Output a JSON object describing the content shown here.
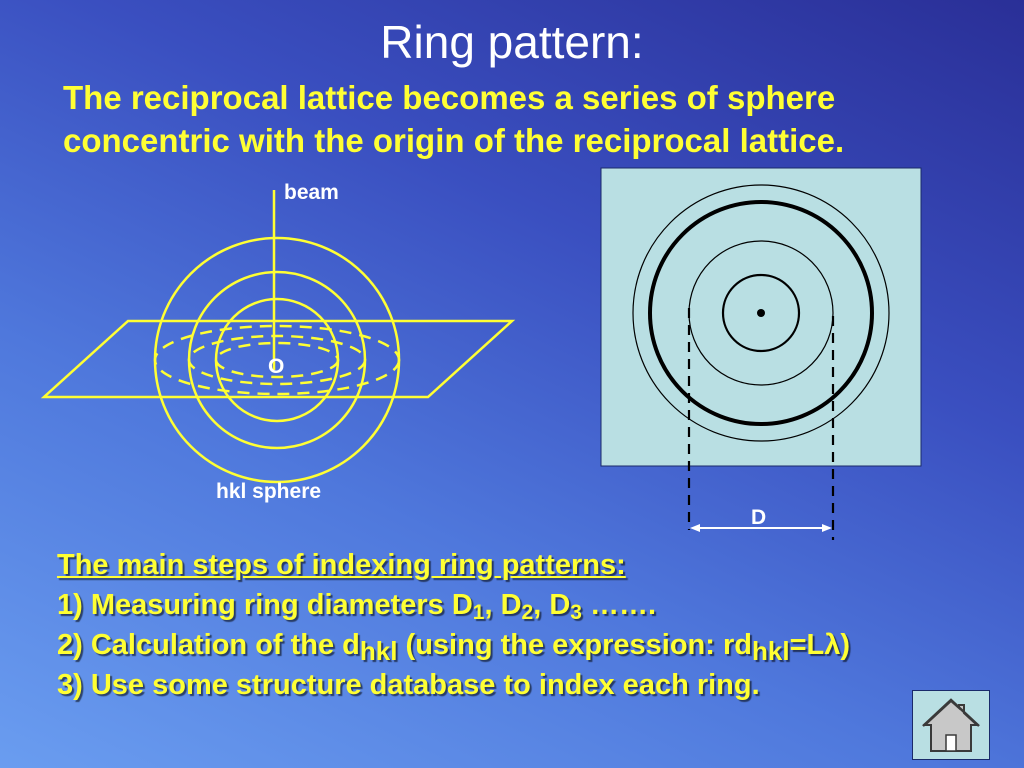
{
  "slide": {
    "title": "Ring pattern:",
    "intro": "The reciprocal lattice becomes a series of sphere concentric with the origin of the reciprocal lattice."
  },
  "diagram_left": {
    "beam_label": "beam",
    "origin_label": "O",
    "sphere_label": "hkl sphere",
    "line_color": "#ffff33"
  },
  "diagram_right": {
    "distance_label": "D",
    "panel_color": "#b9dfe3"
  },
  "steps": {
    "heading": "The main steps of indexing ring patterns:",
    "step1_prefix": "1) Measuring ring diameters D",
    "step1_sub1": "1",
    "step1_sep1": ", D",
    "step1_sub2": "2",
    "step1_sep2": ", D",
    "step1_sub3": "3",
    "step1_suffix": " …….",
    "step2_prefix": "2) Calculation of the d",
    "step2_sub": "hkl",
    "step2_mid": " (using the expression: rd",
    "step2_sub2": "hkl",
    "step2_suffix": "=Lλ)",
    "step3": "3) Use some structure database to index each ring."
  },
  "nav": {
    "home_icon": "home-icon"
  }
}
